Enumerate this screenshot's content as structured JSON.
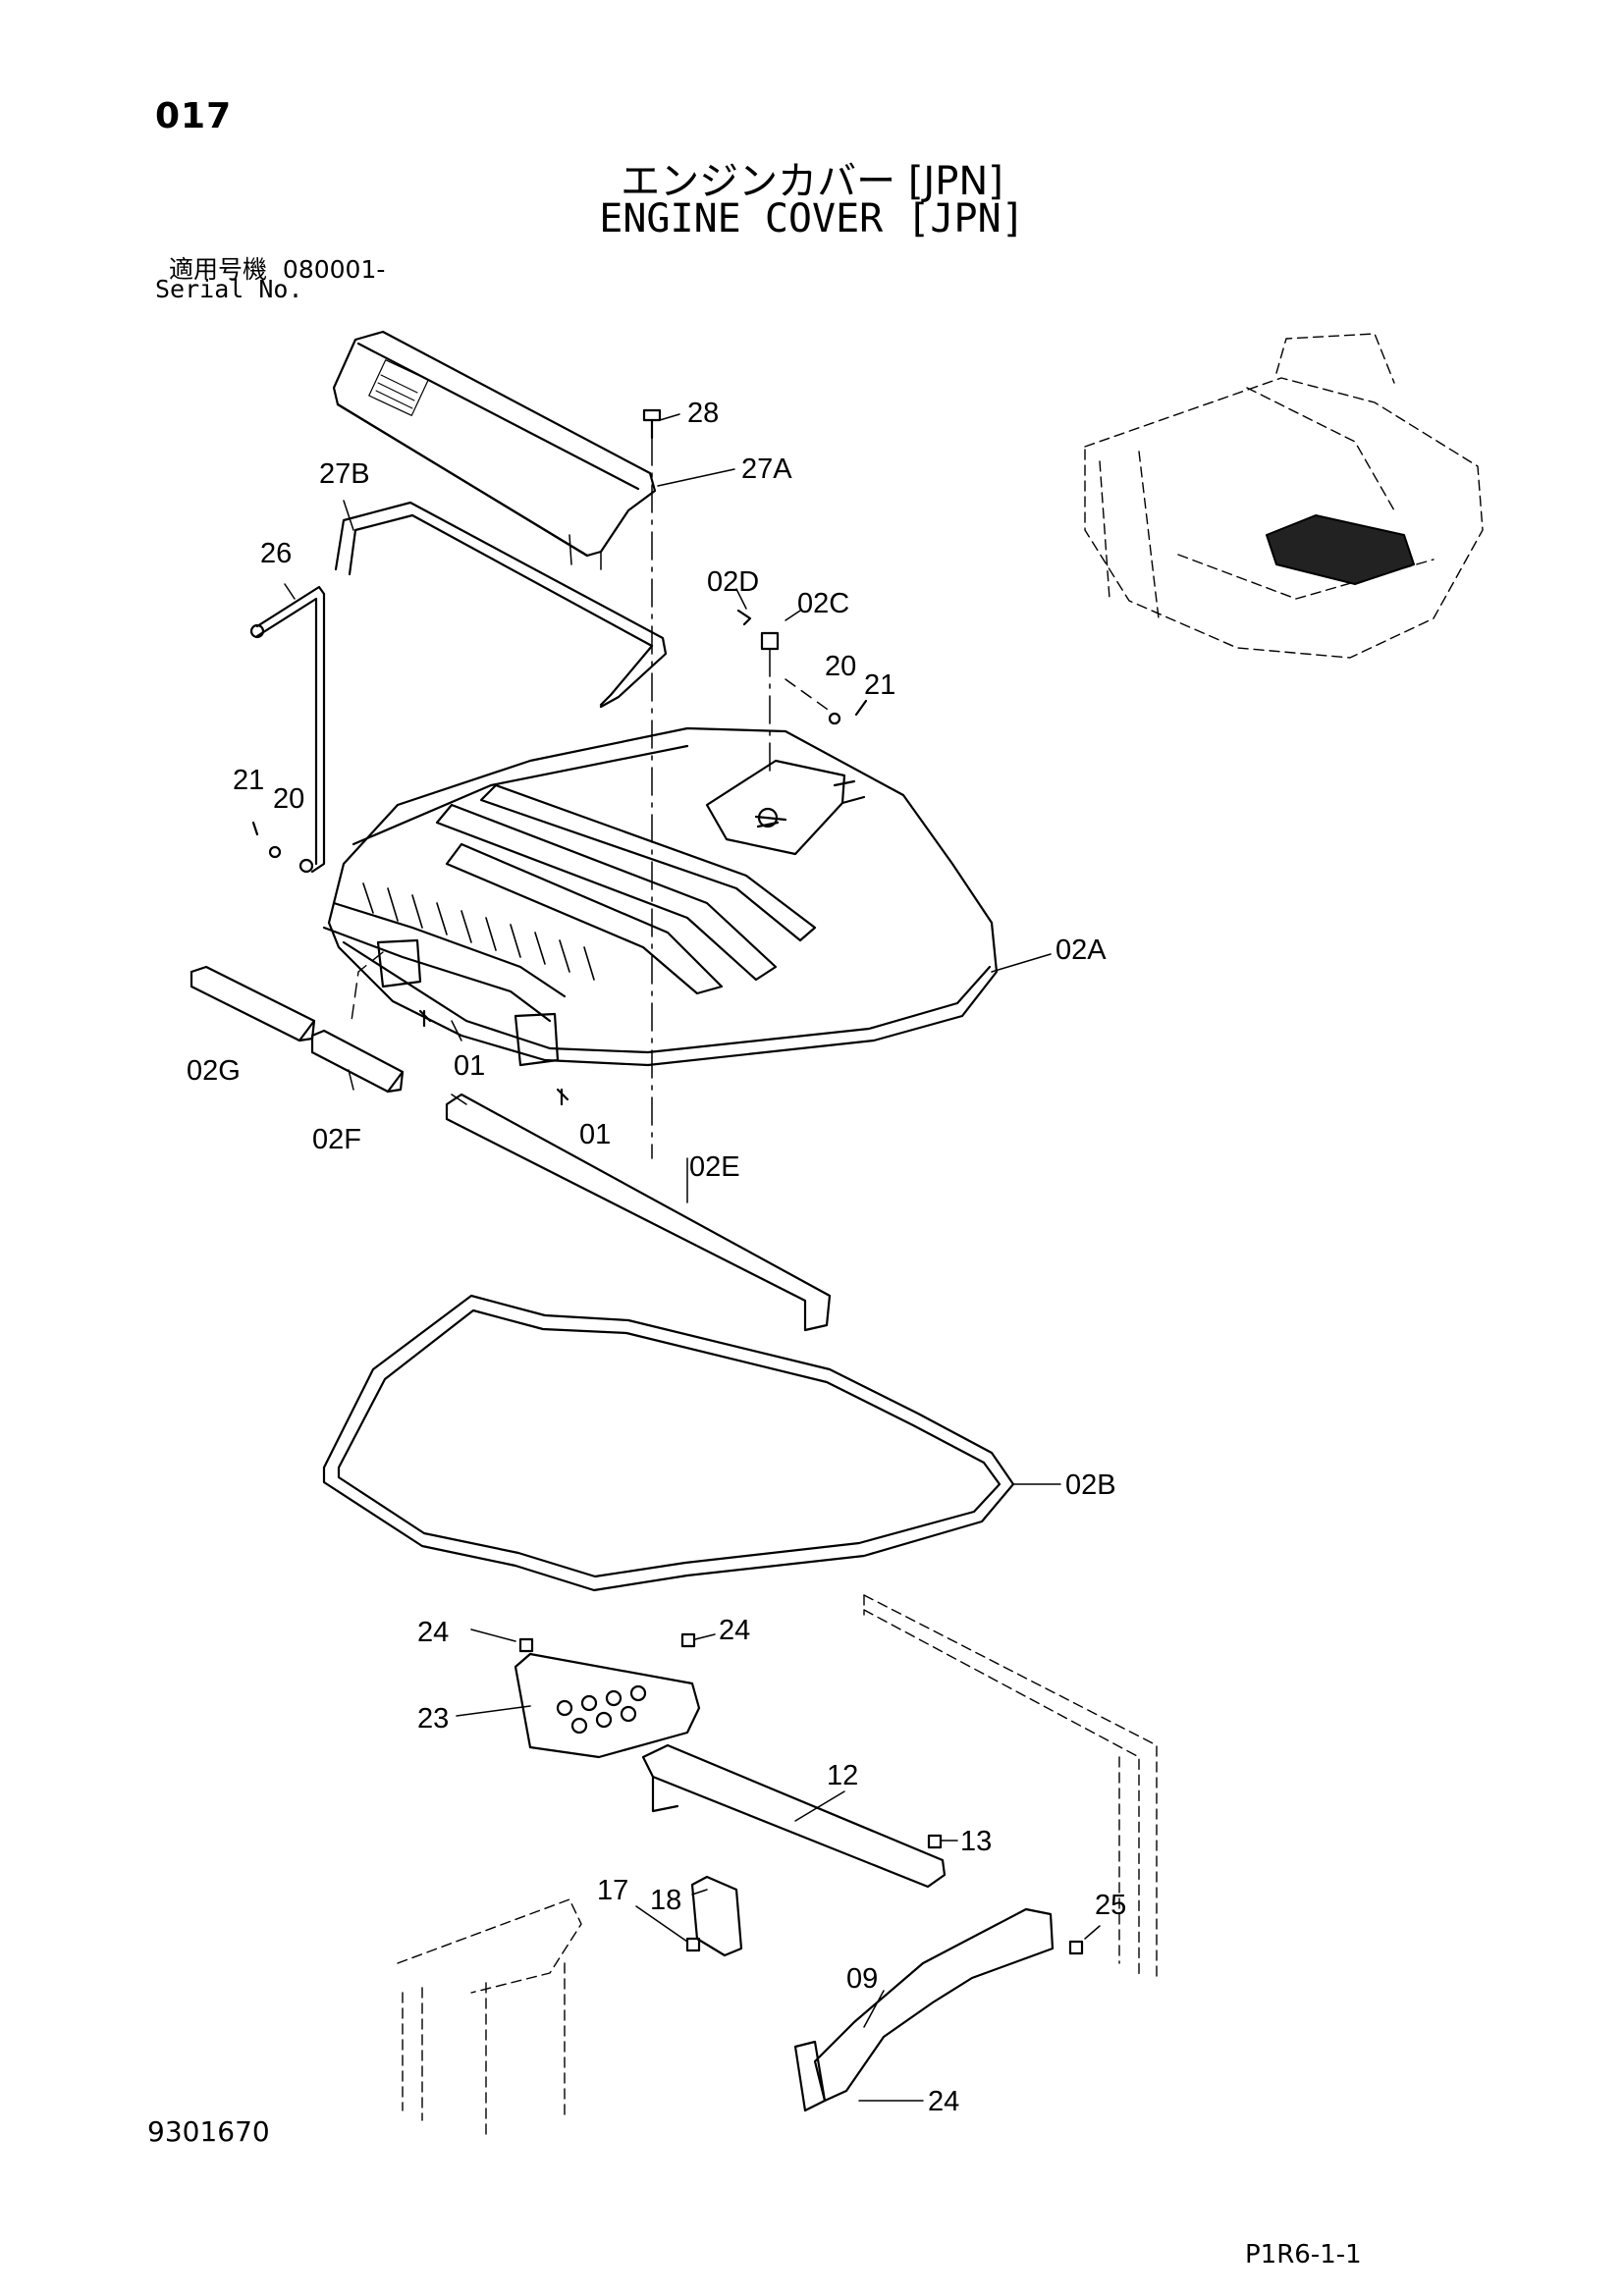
{
  "header": {
    "page_no": "017",
    "title_jp": "エンジンカバー [JPN]",
    "title_en": "ENGINE COVER [JPN]",
    "serial_label_jp": "適用号機",
    "serial_value": "080001-",
    "serial_label_en": "Serial No."
  },
  "callouts": {
    "c28": "28",
    "c27A": "27A",
    "c27B": "27B",
    "c26": "26",
    "c02D": "02D",
    "c02C": "02C",
    "c20a": "20",
    "c21a": "21",
    "c21b": "21",
    "c20b": "20",
    "c02A": "02A",
    "c02G": "02G",
    "c01a": "01",
    "c01b": "01",
    "c02F": "02F",
    "c02E": "02E",
    "c02B": "02B",
    "c24a": "24",
    "c24b": "24",
    "c23": "23",
    "c12": "12",
    "c13": "13",
    "c18": "18",
    "c17": "17",
    "c25": "25",
    "c09": "09",
    "c24c": "24"
  },
  "footer": {
    "doc_no": "9301670",
    "page_code": "P1R6-1-1"
  }
}
